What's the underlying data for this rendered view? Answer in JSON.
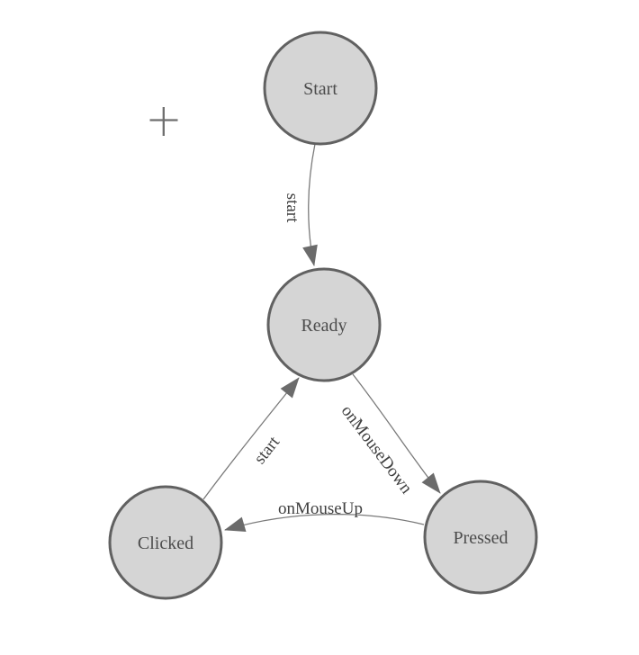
{
  "palette": {
    "background": "#ffffff",
    "node_fill": "#d5d5d5",
    "node_border": "#616161",
    "edge_line": "#7a7a7a",
    "arrowhead": "#6b6b6b",
    "node_text": "#4c4c4c",
    "edge_text": "#404040",
    "crosshair": "#6e6e6e"
  },
  "diagram": {
    "type": "state-machine",
    "nodes": [
      {
        "id": "start",
        "label": "Start"
      },
      {
        "id": "ready",
        "label": "Ready"
      },
      {
        "id": "clicked",
        "label": "Clicked"
      },
      {
        "id": "pressed",
        "label": "Pressed"
      }
    ],
    "edges": [
      {
        "from": "Start",
        "to": "Ready",
        "label": "start"
      },
      {
        "from": "Ready",
        "to": "Pressed",
        "label": "onMouseDown"
      },
      {
        "from": "Pressed",
        "to": "Clicked",
        "label": "onMouseUp"
      },
      {
        "from": "Clicked",
        "to": "Ready",
        "label": "start"
      }
    ],
    "icons": [
      {
        "name": "crosshair-icon",
        "glyph": "+"
      }
    ]
  }
}
